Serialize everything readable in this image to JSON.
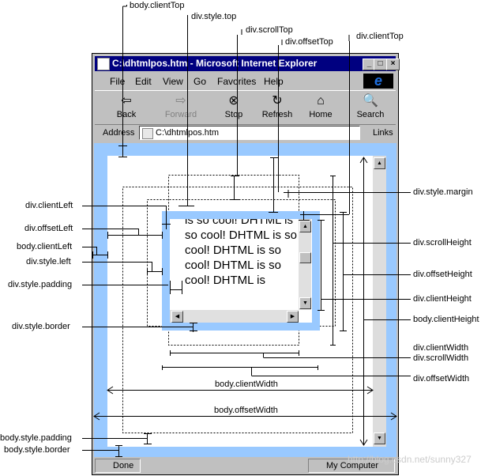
{
  "window": {
    "title": "C:\\dhtmlpos.htm - Microsoft Internet Explorer",
    "title_buttons": [
      "_",
      "□",
      "×"
    ],
    "menu": [
      "File",
      "Edit",
      "View",
      "Go",
      "Favorites",
      "Help"
    ],
    "toolbar": [
      {
        "label": "Back",
        "icon": "⇦"
      },
      {
        "label": "Forward",
        "icon": "⇨"
      },
      {
        "label": "Stop",
        "icon": "⊗"
      },
      {
        "label": "Refresh",
        "icon": "↻"
      },
      {
        "label": "Home",
        "icon": "⌂"
      },
      {
        "label": "Search",
        "icon": "🔍"
      }
    ],
    "address_label": "Address",
    "address_value": "C:\\dhtmlpos.htm",
    "links_label": "Links",
    "status_text": "Done",
    "zone_text": "My Computer"
  },
  "div_content": "is so cool! DHTML is so cool! DHTML is so cool! DHTML is so cool! DHTML is so cool! DHTML is",
  "labels": {
    "body_clientTop": "body.clientTop",
    "div_style_top": "div.style.top",
    "div_scrollTop": "div.scrollTop",
    "div_offsetTop": "div.offsetTop",
    "div_clientTop": "div.clientTop",
    "div_style_margin": "div.style.margin",
    "div_scrollHeight": "div.scrollHeight",
    "div_offsetHeight": "div.offsetHeight",
    "div_clientHeight": "div.clientHeight",
    "body_clientHeight": "body.clientHeight",
    "div_clientWidth": "div.clientWidth",
    "div_scrollWidth": "div.scrollWidth",
    "div_offsetWidth": "div.offsetWidth",
    "div_clientLeft": "div.clientLeft",
    "div_offsetLeft": "div.offsetLeft",
    "body_clientLeft": "body.clientLeft",
    "div_style_left": "div.style.left",
    "div_style_padding": "div.style.padding",
    "div_style_border": "div.style.border",
    "body_clientWidth": "body.clientWidth",
    "body_offsetWidth": "body.offsetWidth",
    "body_style_padding": "body.style.padding",
    "body_style_border": "body.style.border"
  },
  "watermark": "http://blog.csdn.net/sunny327"
}
